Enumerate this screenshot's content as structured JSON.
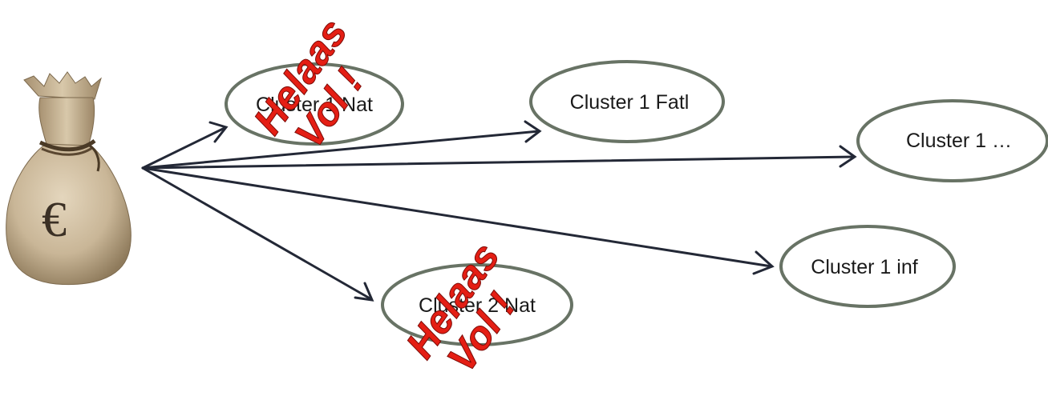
{
  "colors": {
    "ellipse_stroke": "#687365",
    "arrow": "#232836",
    "stamp": "#e41e14",
    "bag": "#c9b697"
  },
  "source": {
    "icon": "money-bag-icon",
    "symbol": "€"
  },
  "nodes": [
    {
      "id": "cluster-1-nat",
      "label": "Cluster 1 Nat",
      "stamp": "Helaas Vol !"
    },
    {
      "id": "cluster-1-fatl",
      "label": "Cluster 1 Fatl",
      "stamp": ""
    },
    {
      "id": "cluster-1-more",
      "label": "Cluster 1 …",
      "stamp": ""
    },
    {
      "id": "cluster-1-inf",
      "label": "Cluster 1 inf",
      "stamp": ""
    },
    {
      "id": "cluster-2-nat",
      "label": "Cluster 2 Nat",
      "stamp": "Helaas Vol !"
    }
  ],
  "stamps": [
    {
      "line1": "Helaas",
      "line2": "Vol !"
    },
    {
      "line1": "Helaas",
      "line2": "Vol !"
    }
  ]
}
